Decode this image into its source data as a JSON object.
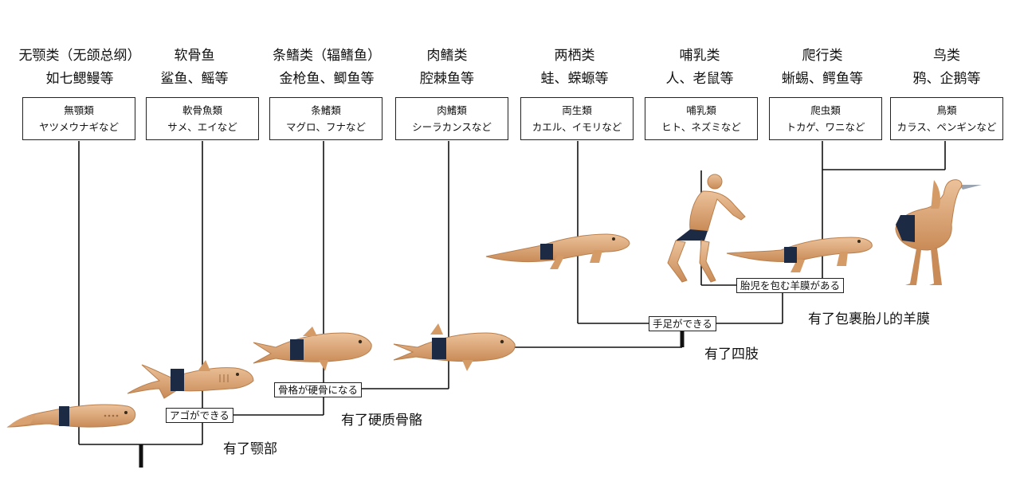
{
  "groups": [
    {
      "zh_name": "无颚类（无颌总纲）",
      "zh_examples": "如七鳃鳗等",
      "jp_name": "無顎類",
      "jp_examples": "ヤツメウナギなど"
    },
    {
      "zh_name": "软骨鱼",
      "zh_examples": "鲨鱼、鳐等",
      "jp_name": "軟骨魚類",
      "jp_examples": "サメ、エイなど"
    },
    {
      "zh_name": "条鳍类（辐鳍鱼）",
      "zh_examples": "金枪鱼、鲫鱼等",
      "jp_name": "条鰭類",
      "jp_examples": "マグロ、フナなど"
    },
    {
      "zh_name": "肉鳍类",
      "zh_examples": "腔棘鱼等",
      "jp_name": "肉鰭類",
      "jp_examples": "シーラカンスなど"
    },
    {
      "zh_name": "两栖类",
      "zh_examples": "蛙、蝾螈等",
      "jp_name": "両生類",
      "jp_examples": "カエル、イモリなど"
    },
    {
      "zh_name": "哺乳类",
      "zh_examples": "人、老鼠等",
      "jp_name": "哺乳類",
      "jp_examples": "ヒト、ネズミなど"
    },
    {
      "zh_name": "爬行类",
      "zh_examples": "蜥蜴、鳄鱼等",
      "jp_name": "爬虫類",
      "jp_examples": "トカゲ、ワニなど"
    },
    {
      "zh_name": "鸟类",
      "zh_examples": "鸦、企鹅等",
      "jp_name": "鳥類",
      "jp_examples": "カラス、ペンギンなど"
    }
  ],
  "traits": {
    "jaw": {
      "jp": "アゴができる",
      "zh": "有了颚部"
    },
    "bone": {
      "jp": "骨格が硬骨になる",
      "zh": "有了硬质骨骼"
    },
    "limbs": {
      "jp": "手足ができる",
      "zh": "有了四肢"
    },
    "amnion": {
      "jp": "胎児を包む羊膜がある",
      "zh": "有了包裹胎儿的羊膜"
    }
  },
  "colors": {
    "skin": "#e0a877",
    "skin_dark": "#b97f4c",
    "band": "#1d2a44",
    "line": "#111111"
  }
}
